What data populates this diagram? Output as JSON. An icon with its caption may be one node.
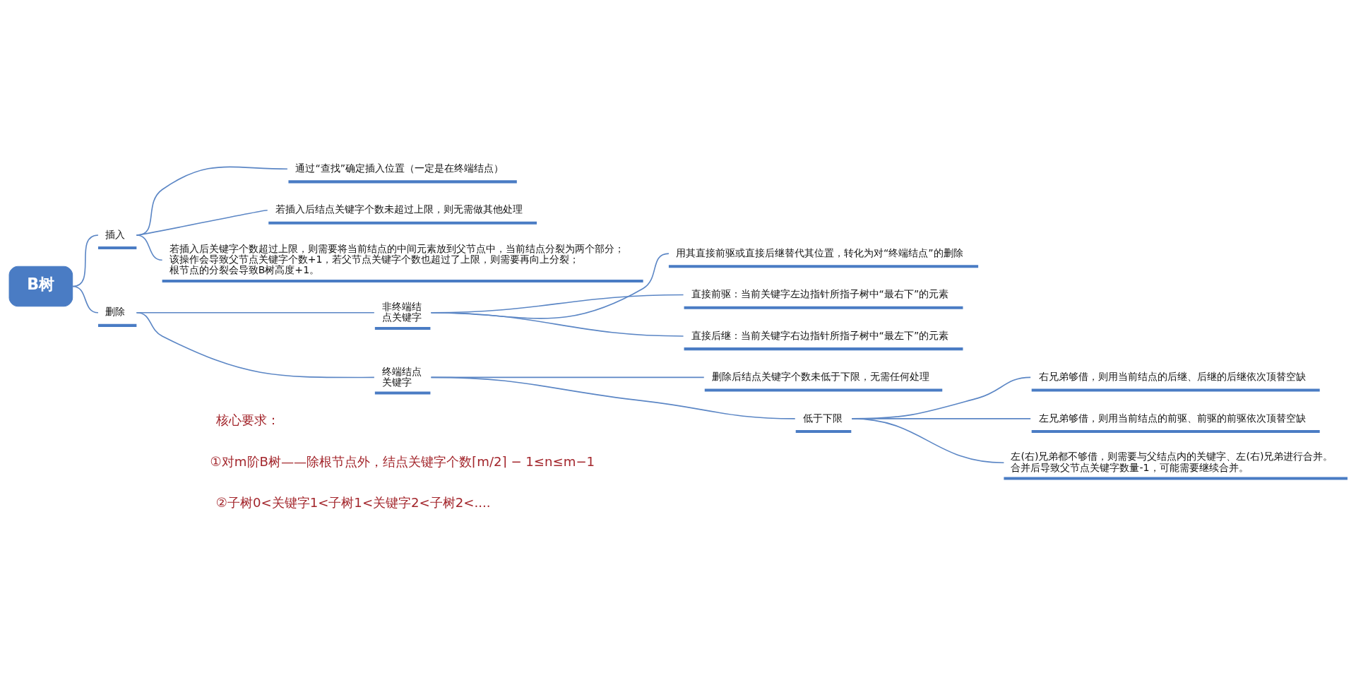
{
  "diagram": {
    "nodes": [
      {
        "text": [
          "B树"
        ]
      },
      {
        "text": [
          "插入"
        ]
      },
      {
        "text": [
          "通过“查找”确定插入位置（一定是在终端结点）"
        ]
      },
      {
        "text": [
          "若插入后结点关键字个数未超过上限，则无需做其他处理"
        ]
      },
      {
        "text": [
          "若插入后关键字个数超过上限，则需要将当前结点的中间元素放到父节点中，当前结点分裂为两个部分；该操作会导致父节点关键字个数+1，若父节点关键字个数也超过了上限，则需要再向上分裂；根节点的分裂会导致B树高度+1。"
        ]
      },
      {
        "text": [
          "删除"
        ]
      },
      {
        "text": [
          "非终端结点关键字"
        ]
      },
      {
        "text": [
          "用其直接前驱或直接后继替代其位置，转化为对“终端结点”的删除"
        ]
      },
      {
        "text": [
          "直接前驱：当前关键字左边指针所指子树中“最右下”的元素"
        ]
      },
      {
        "text": [
          "直接后继：当前关键字右边指针所指子树中“最左下”的元素"
        ]
      },
      {
        "text": [
          "终端结点关键字"
        ]
      },
      {
        "text": [
          "删除后结点关键字个数未低于下限，无需任何处理"
        ]
      },
      {
        "text": [
          "低于下限"
        ]
      },
      {
        "text": [
          "右兄弟够借，则用当前结点的后继、后继的后继依次顶替空缺"
        ]
      },
      {
        "text": [
          "左兄弟够借，则用当前结点的前驱、前驱的前驱依次顶替空缺"
        ]
      },
      {
        "text": [
          "左(右)兄弟都不够借，则需要与父结点内的关键字、左(右)兄弟进行合并。合并后导致父节点关键字数量-1，可能需要继续合并。"
        ]
      }
    ],
    "edges": [
      {
        "from": 0,
        "to": 1,
        "arrow": "none"
      },
      {
        "from": 1,
        "to": 2,
        "arrow": "none"
      },
      {
        "from": 1,
        "to": 3,
        "arrow": "none"
      },
      {
        "from": 1,
        "to": 4,
        "arrow": "none"
      },
      {
        "from": 0,
        "to": 5,
        "arrow": "none"
      },
      {
        "from": 5,
        "to": 6,
        "arrow": "none"
      },
      {
        "from": 6,
        "to": 7,
        "arrow": "none"
      },
      {
        "from": 6,
        "to": 8,
        "arrow": "none"
      },
      {
        "from": 6,
        "to": 9,
        "arrow": "none"
      },
      {
        "from": 5,
        "to": 10,
        "arrow": "none"
      },
      {
        "from": 10,
        "to": 11,
        "arrow": "none"
      },
      {
        "from": 10,
        "to": 12,
        "arrow": "none"
      },
      {
        "from": 12,
        "to": 13,
        "arrow": "none"
      },
      {
        "from": 12,
        "to": 14,
        "arrow": "none"
      },
      {
        "from": 12,
        "to": 15,
        "arrow": "none"
      }
    ],
    "labels": [
      "核心要求：",
      "①对m阶B树——除根节点外，结点关键字个数⌈m/2⌉ − 1≤n≤m−1",
      "②子树0<关键字1<子树1<关键字2<子树2<...."
    ]
  }
}
